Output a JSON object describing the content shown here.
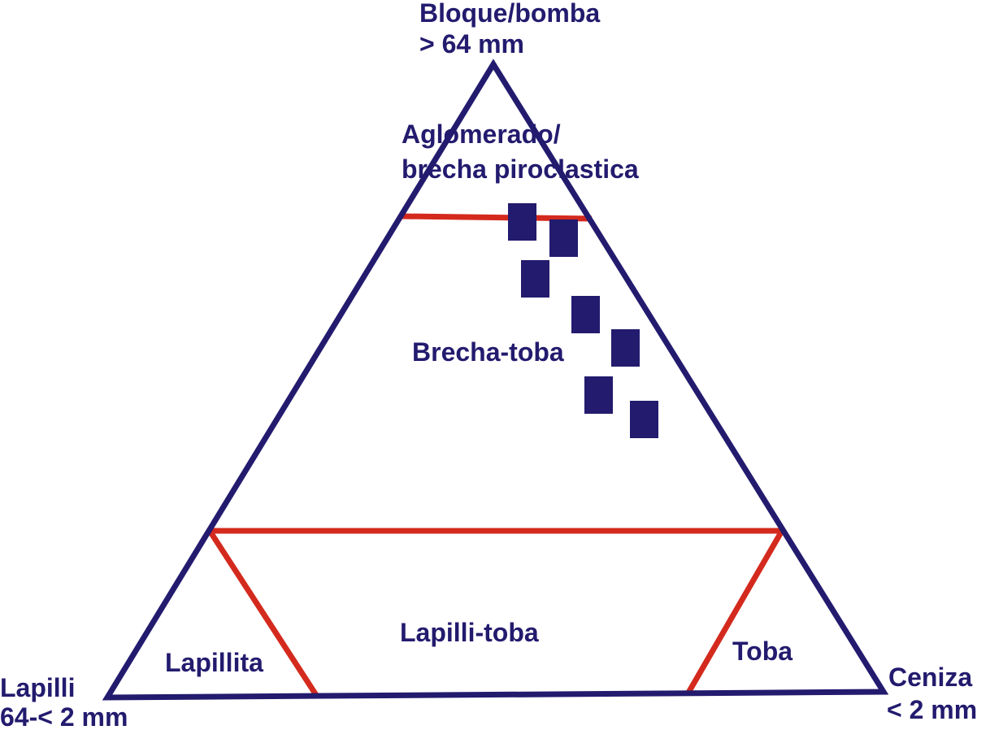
{
  "colors": {
    "outline": "#231b6e",
    "boundary": "#d42a1e",
    "marker": "#231b6e",
    "text": "#231b6e",
    "background": "#ffffff"
  },
  "vertices": {
    "top": {
      "line1": "Bloque/bomba",
      "line2": "> 64 mm"
    },
    "left": {
      "line1": "Lapilli",
      "line2": "64-< 2 mm"
    },
    "right": {
      "line1": "Ceniza",
      "line2": "< 2 mm"
    }
  },
  "fields": {
    "aglomerado_line1": "Aglomerado/",
    "aglomerado_line2": "brecha piroclastica",
    "brecha_toba": "Brecha-toba",
    "lapilli_toba": "Lapilli-toba",
    "lapillita": "Lapillita",
    "toba": "Toba"
  },
  "data_points": 7
}
